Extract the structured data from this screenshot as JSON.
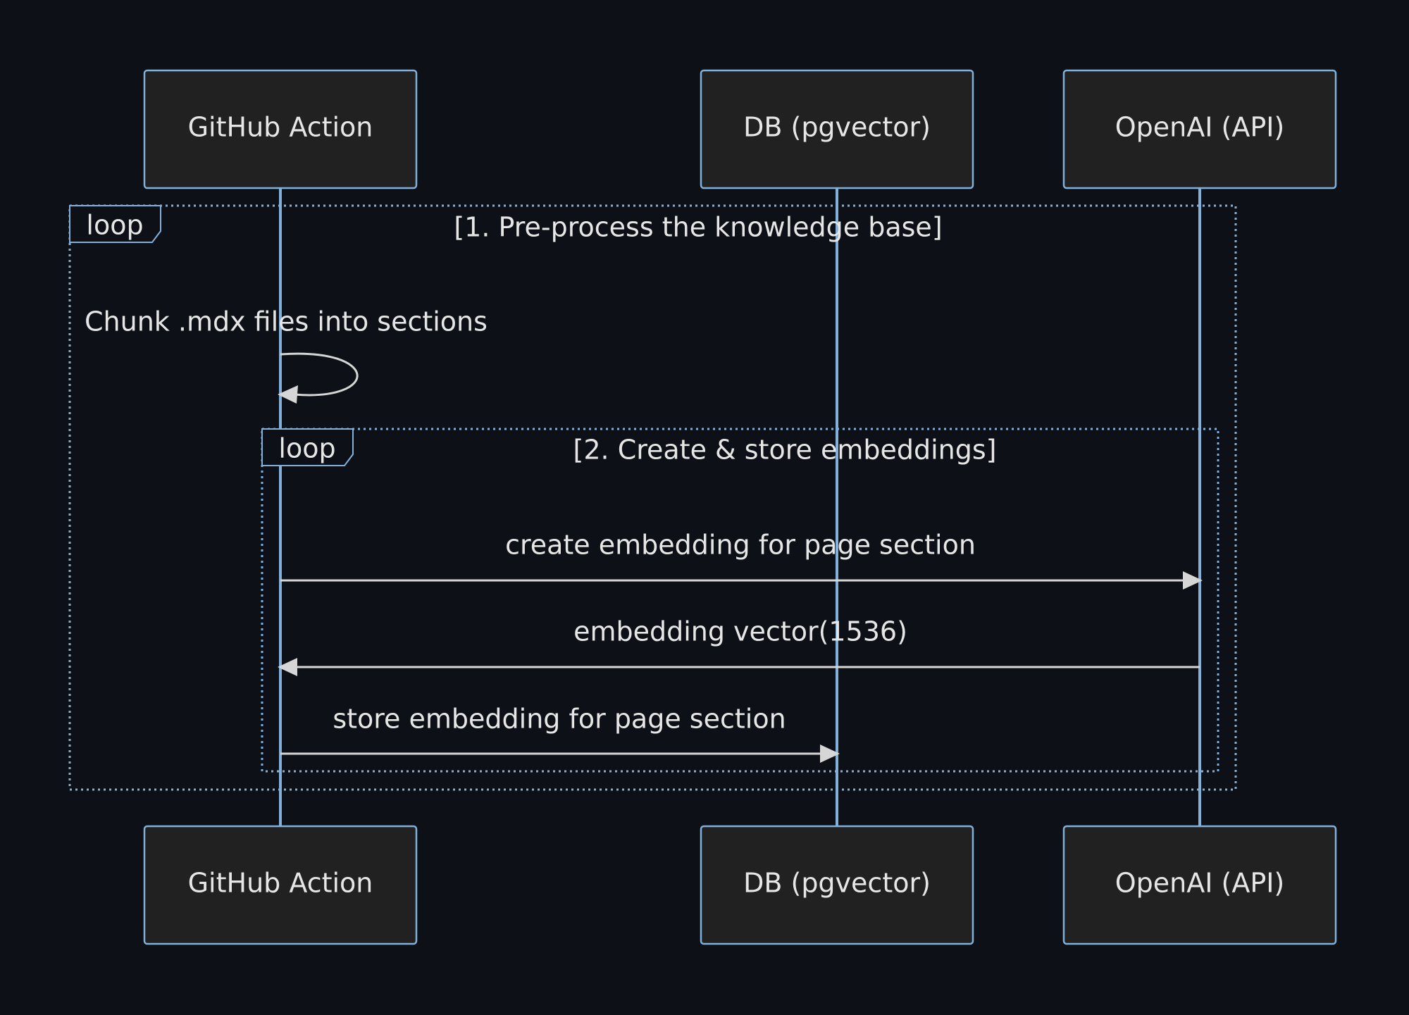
{
  "participants": [
    {
      "id": "gh",
      "label": "GitHub Action"
    },
    {
      "id": "db",
      "label": "DB (pgvector)"
    },
    {
      "id": "ai",
      "label": "OpenAI (API)"
    }
  ],
  "loops": [
    {
      "keyword": "loop",
      "condition": "[1. Pre-process the knowledge base]"
    },
    {
      "keyword": "loop",
      "condition": "[2. Create & store embeddings]"
    }
  ],
  "messages": [
    {
      "from": "gh",
      "to": "gh",
      "label": "Chunk .mdx files into sections"
    },
    {
      "from": "gh",
      "to": "ai",
      "label": "create embedding for page section"
    },
    {
      "from": "ai",
      "to": "gh",
      "label": "embedding vector(1536)"
    },
    {
      "from": "gh",
      "to": "db",
      "label": "store embedding for page section"
    }
  ],
  "colors": {
    "background": "#0d1117",
    "actor_fill": "#212121",
    "border_accent": "#81b1db",
    "text": "#e6e6e6",
    "arrow": "#d6d6d6"
  }
}
